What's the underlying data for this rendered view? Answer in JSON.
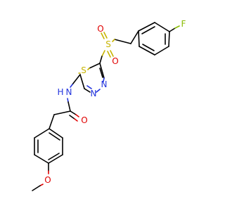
{
  "molecule": {
    "atoms": [
      {
        "id": "S_sulfonyl",
        "symbol": "S",
        "color": "#c8b400"
      },
      {
        "id": "O_sulfonyl_top",
        "symbol": "O",
        "color": "#e00000"
      },
      {
        "id": "O_sulfonyl_bottom",
        "symbol": "O",
        "color": "#e00000"
      },
      {
        "id": "F",
        "symbol": "F",
        "color": "#88bb00"
      },
      {
        "id": "S_thiadiazole",
        "symbol": "S",
        "color": "#c8b400"
      },
      {
        "id": "N_ring_1",
        "symbol": "N",
        "color": "#2233dd"
      },
      {
        "id": "N_ring_2",
        "symbol": "N",
        "color": "#2233dd"
      },
      {
        "id": "N_amide",
        "symbol": "N",
        "color": "#2233dd"
      },
      {
        "id": "H_amide",
        "symbol": "H",
        "color": "#2233dd"
      },
      {
        "id": "O_carbonyl",
        "symbol": "O",
        "color": "#e00000"
      },
      {
        "id": "O_methoxy",
        "symbol": "O",
        "color": "#e00000"
      }
    ]
  }
}
